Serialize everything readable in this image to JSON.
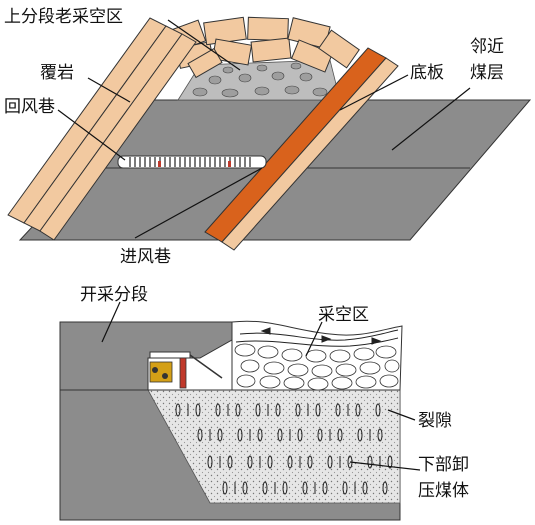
{
  "colors": {
    "seam_gray": "#8c8c8c",
    "roof_tan": "#f2c9a0",
    "floor_orange": "#d9621c",
    "rubble_gray": "#aaaaaa",
    "coal_face": "#e0e0e0"
  },
  "top": {
    "label_upper_goaf": "上分段老采空区",
    "label_roof": "覆岩",
    "label_return_airway": "回风巷",
    "label_floor": "底板",
    "label_adjacent_seam_1": "邻近",
    "label_adjacent_seam_2": "煤层",
    "label_intake_airway": "进风巷"
  },
  "bottom": {
    "label_mining_section": "开采分段",
    "label_goaf": "采空区",
    "label_fractures": "裂隙",
    "label_relief_1": "下部卸",
    "label_relief_2": "压煤体"
  }
}
